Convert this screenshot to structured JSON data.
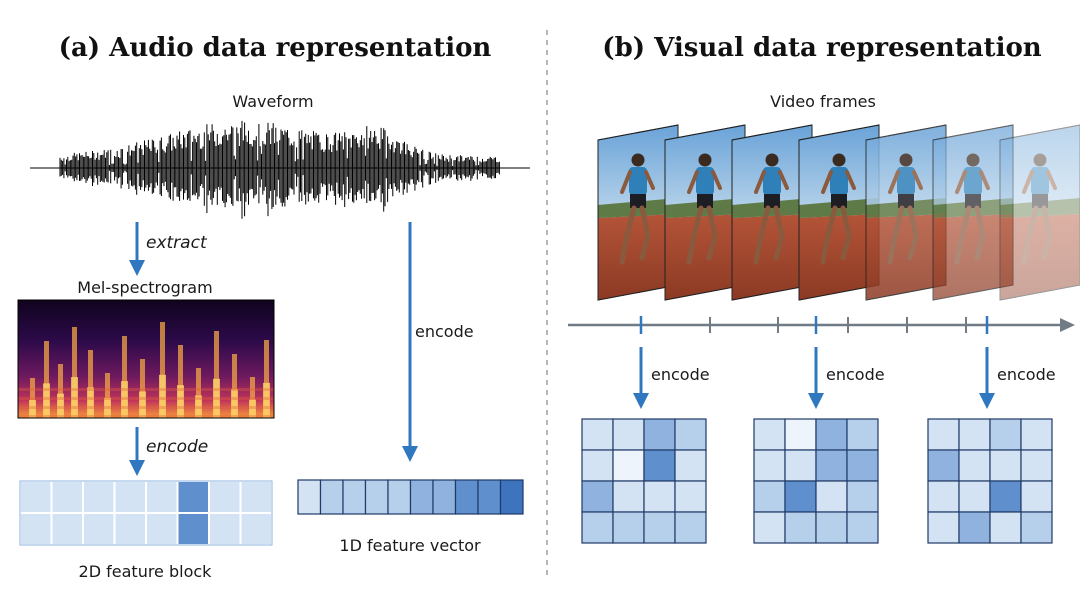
{
  "audio": {
    "title": "(a) Audio data representation",
    "waveform_label": "Waveform",
    "extract_label": "extract",
    "mel_label": "Mel-spectrogram",
    "encode_label_left": "encode",
    "encode_label_right": "encode",
    "block2d_label": "2D feature block",
    "vector1d_label": "1D feature vector",
    "block2d_shades": [
      [
        1,
        1,
        1,
        1,
        1,
        4,
        1,
        1
      ],
      [
        1,
        1,
        1,
        1,
        1,
        4,
        1,
        1
      ]
    ],
    "vector1d_shades": [
      1,
      2,
      2,
      2,
      2,
      3,
      3,
      4,
      4,
      5
    ]
  },
  "visual": {
    "title": "(b) Visual data representation",
    "frames_label": "Video frames",
    "frame_count": 7,
    "encode_labels": [
      "encode",
      "encode",
      "encode"
    ],
    "grids": [
      [
        [
          1,
          1,
          3,
          2
        ],
        [
          1,
          0,
          4,
          1
        ],
        [
          3,
          1,
          1,
          1
        ],
        [
          2,
          2,
          2,
          2
        ]
      ],
      [
        [
          1,
          0,
          3,
          2
        ],
        [
          1,
          1,
          3,
          3
        ],
        [
          2,
          4,
          1,
          2
        ],
        [
          1,
          2,
          2,
          2
        ]
      ],
      [
        [
          1,
          1,
          2,
          1
        ],
        [
          3,
          1,
          1,
          1
        ],
        [
          1,
          1,
          4,
          1
        ],
        [
          1,
          3,
          1,
          2
        ]
      ]
    ]
  },
  "colors": {
    "arrow": "#2f78c0",
    "timeline": "#707b86",
    "cell_border": "#1f3a67",
    "divider": "#9aa0a6",
    "shades": [
      "#eef4fb",
      "#d4e3f4",
      "#b6cfeb",
      "#8fb3de",
      "#5f8fcd",
      "#3e73bd"
    ]
  }
}
